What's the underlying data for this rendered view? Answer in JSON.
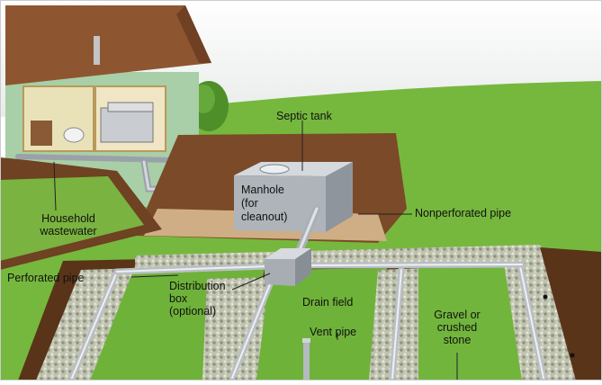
{
  "labels": {
    "septic_tank": "Septic tank",
    "manhole": [
      "Manhole",
      "(for",
      "cleanout)"
    ],
    "nonperforated_pipe": "Nonperforated pipe",
    "household_wastewater": [
      "Household",
      "wastewater"
    ],
    "perforated_pipe": "Perforated pipe",
    "distribution_box": [
      "Distribution",
      "box",
      "(optional)"
    ],
    "drain_field": "Drain field",
    "vent_pipe": "Vent pipe",
    "gravel": [
      "Gravel or",
      "crushed",
      "stone"
    ]
  },
  "colors": {
    "sky": "#f2f4f4",
    "grass": "#6fb23a",
    "grass_dark": "#4f8c28",
    "soil": "#7a4b2a",
    "soil_light": "#c9a57a",
    "house_wall": "#9fc7a0",
    "roof": "#8a5230",
    "tank": "#b9bec3",
    "pipe": "#c8cdd2",
    "gravel": "#c7c9b8"
  }
}
